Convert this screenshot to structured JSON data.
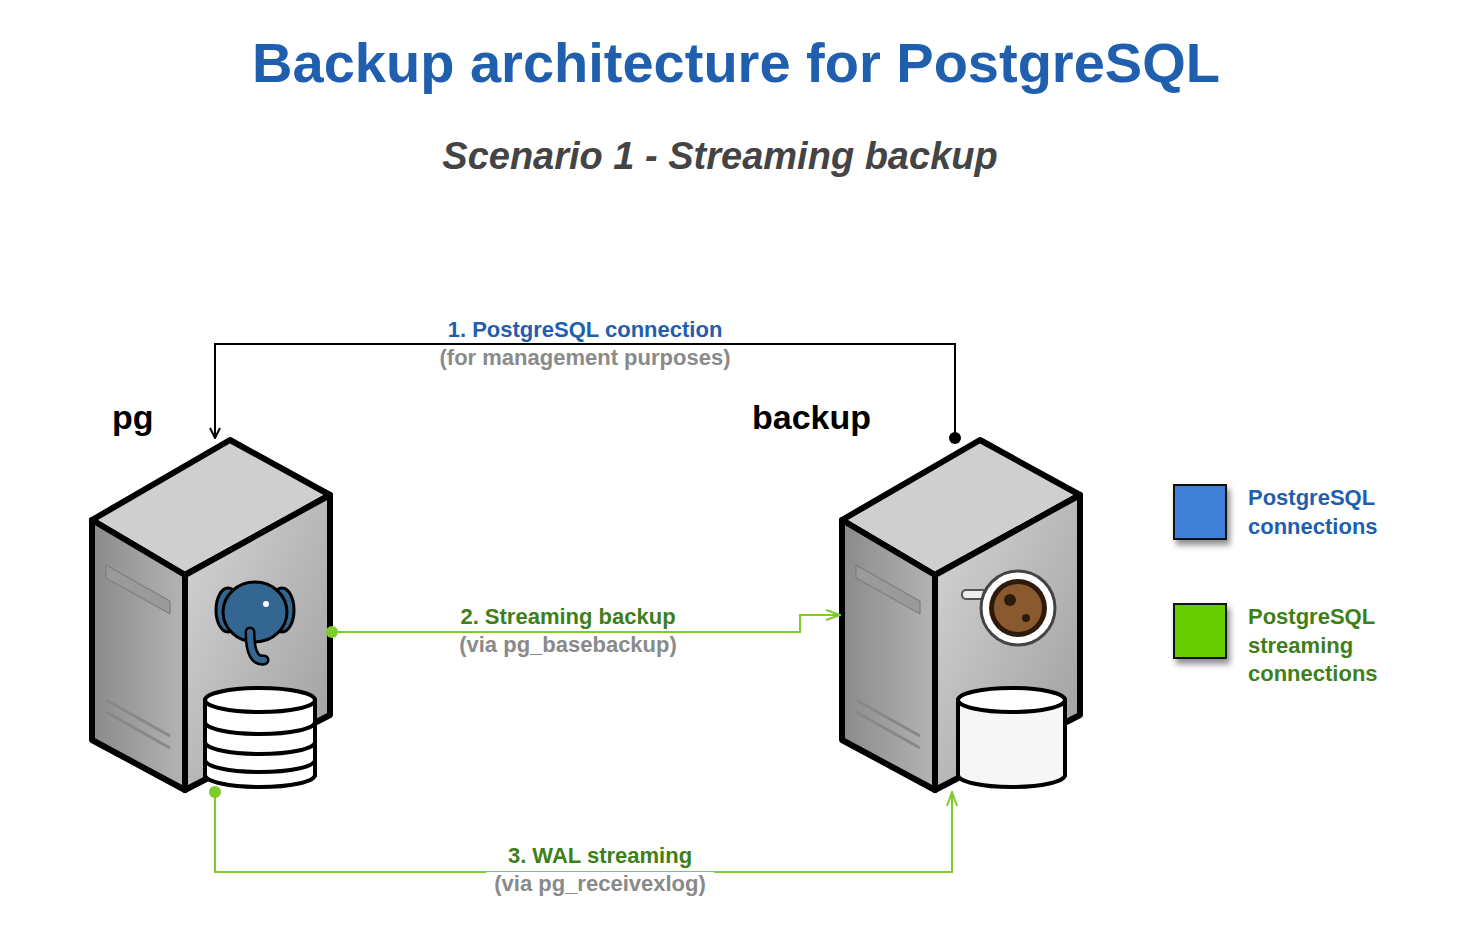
{
  "diagram": {
    "title": "Backup architecture for PostgreSQL",
    "nodes": [
      {
        "text": [
          "pg"
        ]
      },
      {
        "text": [
          "backup"
        ]
      }
    ],
    "edges": [
      {
        "from": 1,
        "to": 0,
        "arrow": "to",
        "label": "1. PostgreSQL connection"
      },
      {
        "from": 0,
        "to": 1,
        "arrow": "to",
        "label": "2. Streaming backup"
      },
      {
        "from": 0,
        "to": 1,
        "arrow": "to",
        "label": "3. WAL streaming"
      }
    ],
    "labels": [
      "Scenario 1 - Streaming backup",
      "(for management purposes)",
      "(via pg_basebackup)",
      "(via pg_receivexlog)"
    ],
    "legend": [
      {
        "text": "PostgreSQL connections",
        "color": "#3f7fd6"
      },
      {
        "text": "PostgreSQL streaming connections",
        "color": "#66cc00"
      }
    ]
  }
}
